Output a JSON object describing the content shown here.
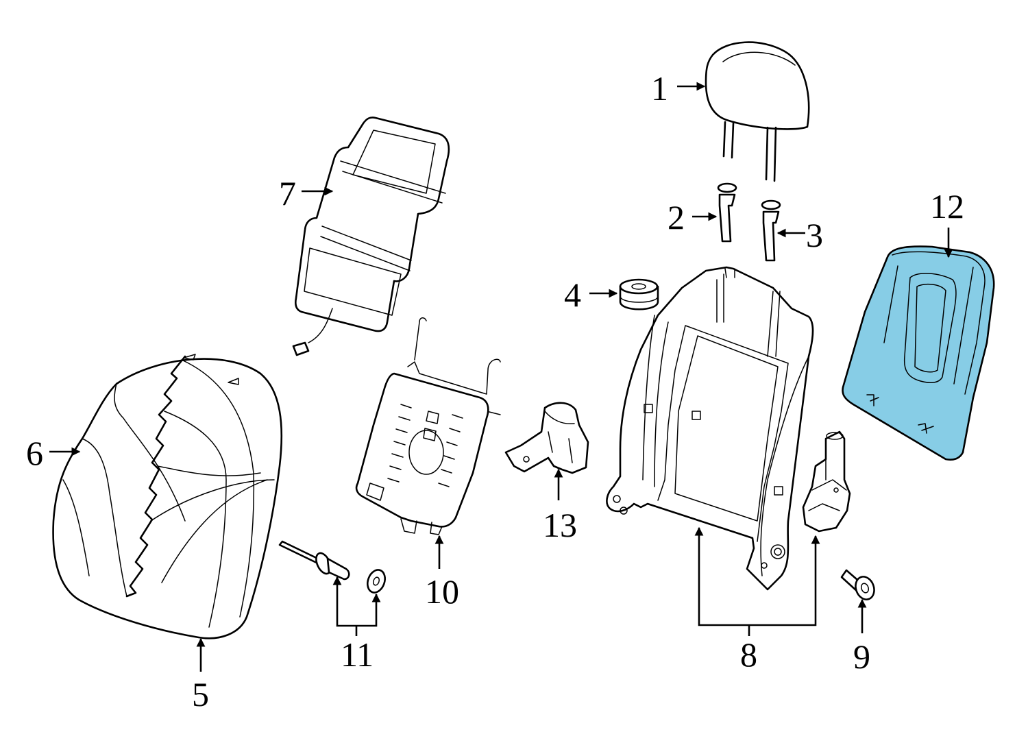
{
  "diagram": {
    "highlight_color": "#87cde6",
    "callouts": {
      "c1": "1",
      "c2": "2",
      "c3": "3",
      "c4": "4",
      "c5": "5",
      "c6": "6",
      "c7": "7",
      "c8": "8",
      "c9": "9",
      "c10": "10",
      "c11": "11",
      "c12": "12",
      "c13": "13"
    }
  }
}
